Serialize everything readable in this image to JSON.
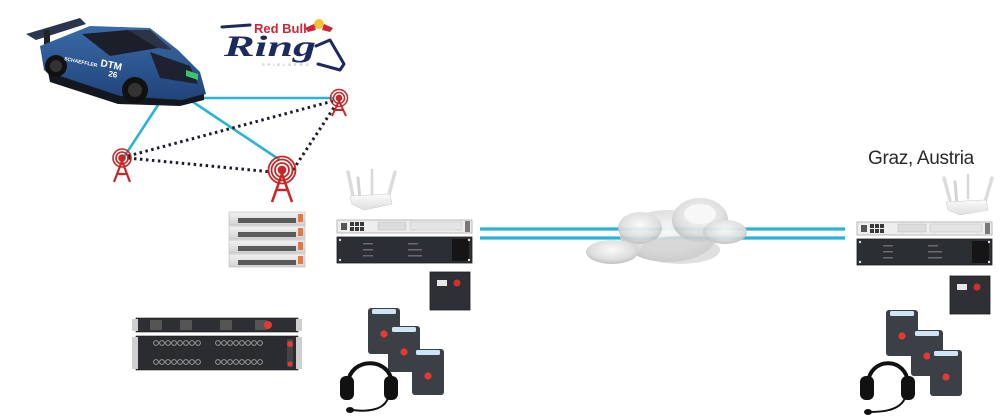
{
  "diagram": {
    "title": "Remote intercom network diagram",
    "venue": {
      "logo_brand": "Red Bull",
      "logo_name": "Ring",
      "logo_sub": "SPIELBERG"
    },
    "car": {
      "livery_text": "DTM",
      "number": "26",
      "sponsor": "SCHAEFFLER",
      "color": "#2c5a94"
    },
    "remote_site": {
      "label": "Graz, Austria"
    },
    "colors": {
      "link": "#2bb3d6",
      "mesh_link": "#1c1c2e",
      "antenna": "#c62828",
      "accent_red": "#e0202a"
    },
    "nodes": [
      {
        "id": "race-car",
        "type": "vehicle"
      },
      {
        "id": "antenna-1",
        "type": "radio-tower"
      },
      {
        "id": "antenna-2",
        "type": "radio-tower"
      },
      {
        "id": "antenna-3",
        "type": "radio-tower"
      },
      {
        "id": "local-router",
        "type": "wifi-router"
      },
      {
        "id": "local-gateway",
        "type": "rack-switch"
      },
      {
        "id": "local-server",
        "type": "rack-unit"
      },
      {
        "id": "local-keypanel",
        "type": "key-panel"
      },
      {
        "id": "server-stack",
        "type": "server-stack"
      },
      {
        "id": "intercom-matrix",
        "type": "intercom-frame"
      },
      {
        "id": "local-beltpacks",
        "type": "beltpack-group"
      },
      {
        "id": "cloud",
        "type": "internet"
      },
      {
        "id": "remote-router",
        "type": "wifi-router"
      },
      {
        "id": "remote-gateway",
        "type": "rack-switch"
      },
      {
        "id": "remote-server",
        "type": "rack-unit"
      },
      {
        "id": "remote-keypanel",
        "type": "key-panel"
      },
      {
        "id": "remote-beltpacks",
        "type": "beltpack-group"
      }
    ],
    "links": [
      {
        "from": "race-car",
        "to": "antenna-1",
        "style": "solid"
      },
      {
        "from": "race-car",
        "to": "antenna-2",
        "style": "solid"
      },
      {
        "from": "race-car",
        "to": "antenna-3",
        "style": "solid"
      },
      {
        "from": "antenna-1",
        "to": "antenna-2",
        "style": "dotted"
      },
      {
        "from": "antenna-1",
        "to": "antenna-3",
        "style": "dotted"
      },
      {
        "from": "antenna-2",
        "to": "antenna-3",
        "style": "dotted"
      },
      {
        "from": "local-gateway",
        "to": "remote-gateway",
        "style": "double",
        "via": "cloud"
      }
    ]
  }
}
